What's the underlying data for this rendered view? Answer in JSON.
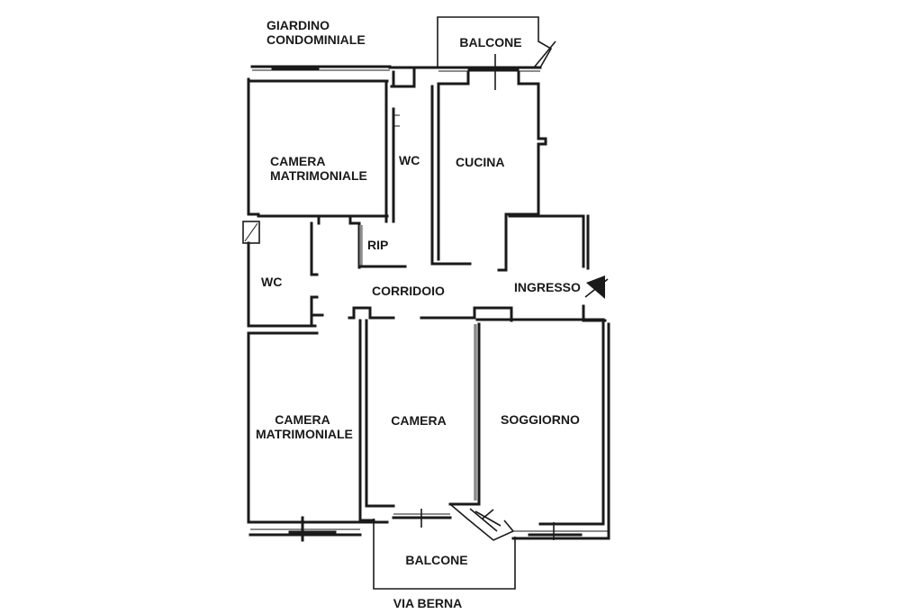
{
  "labels": {
    "giardino_line1": "GIARDINO",
    "giardino_line2": "CONDOMINIALE",
    "balcone_top": "BALCONE",
    "camera_matrimoniale_top_line1": "CAMERA",
    "camera_matrimoniale_top_line2": "MATRIMONIALE",
    "wc_top": "WC",
    "cucina": "CUCINA",
    "rip": "RIP",
    "wc_left": "WC",
    "corridoio": "CORRIDOIO",
    "ingresso": "INGRESSO",
    "camera_matrimoniale_bottom_line1": "CAMERA",
    "camera_matrimoniale_bottom_line2": "MATRIMONIALE",
    "camera": "CAMERA",
    "soggiorno": "SOGGIORNO",
    "balcone_bottom": "BALCONE",
    "via_berna": "VIA BERNA"
  }
}
